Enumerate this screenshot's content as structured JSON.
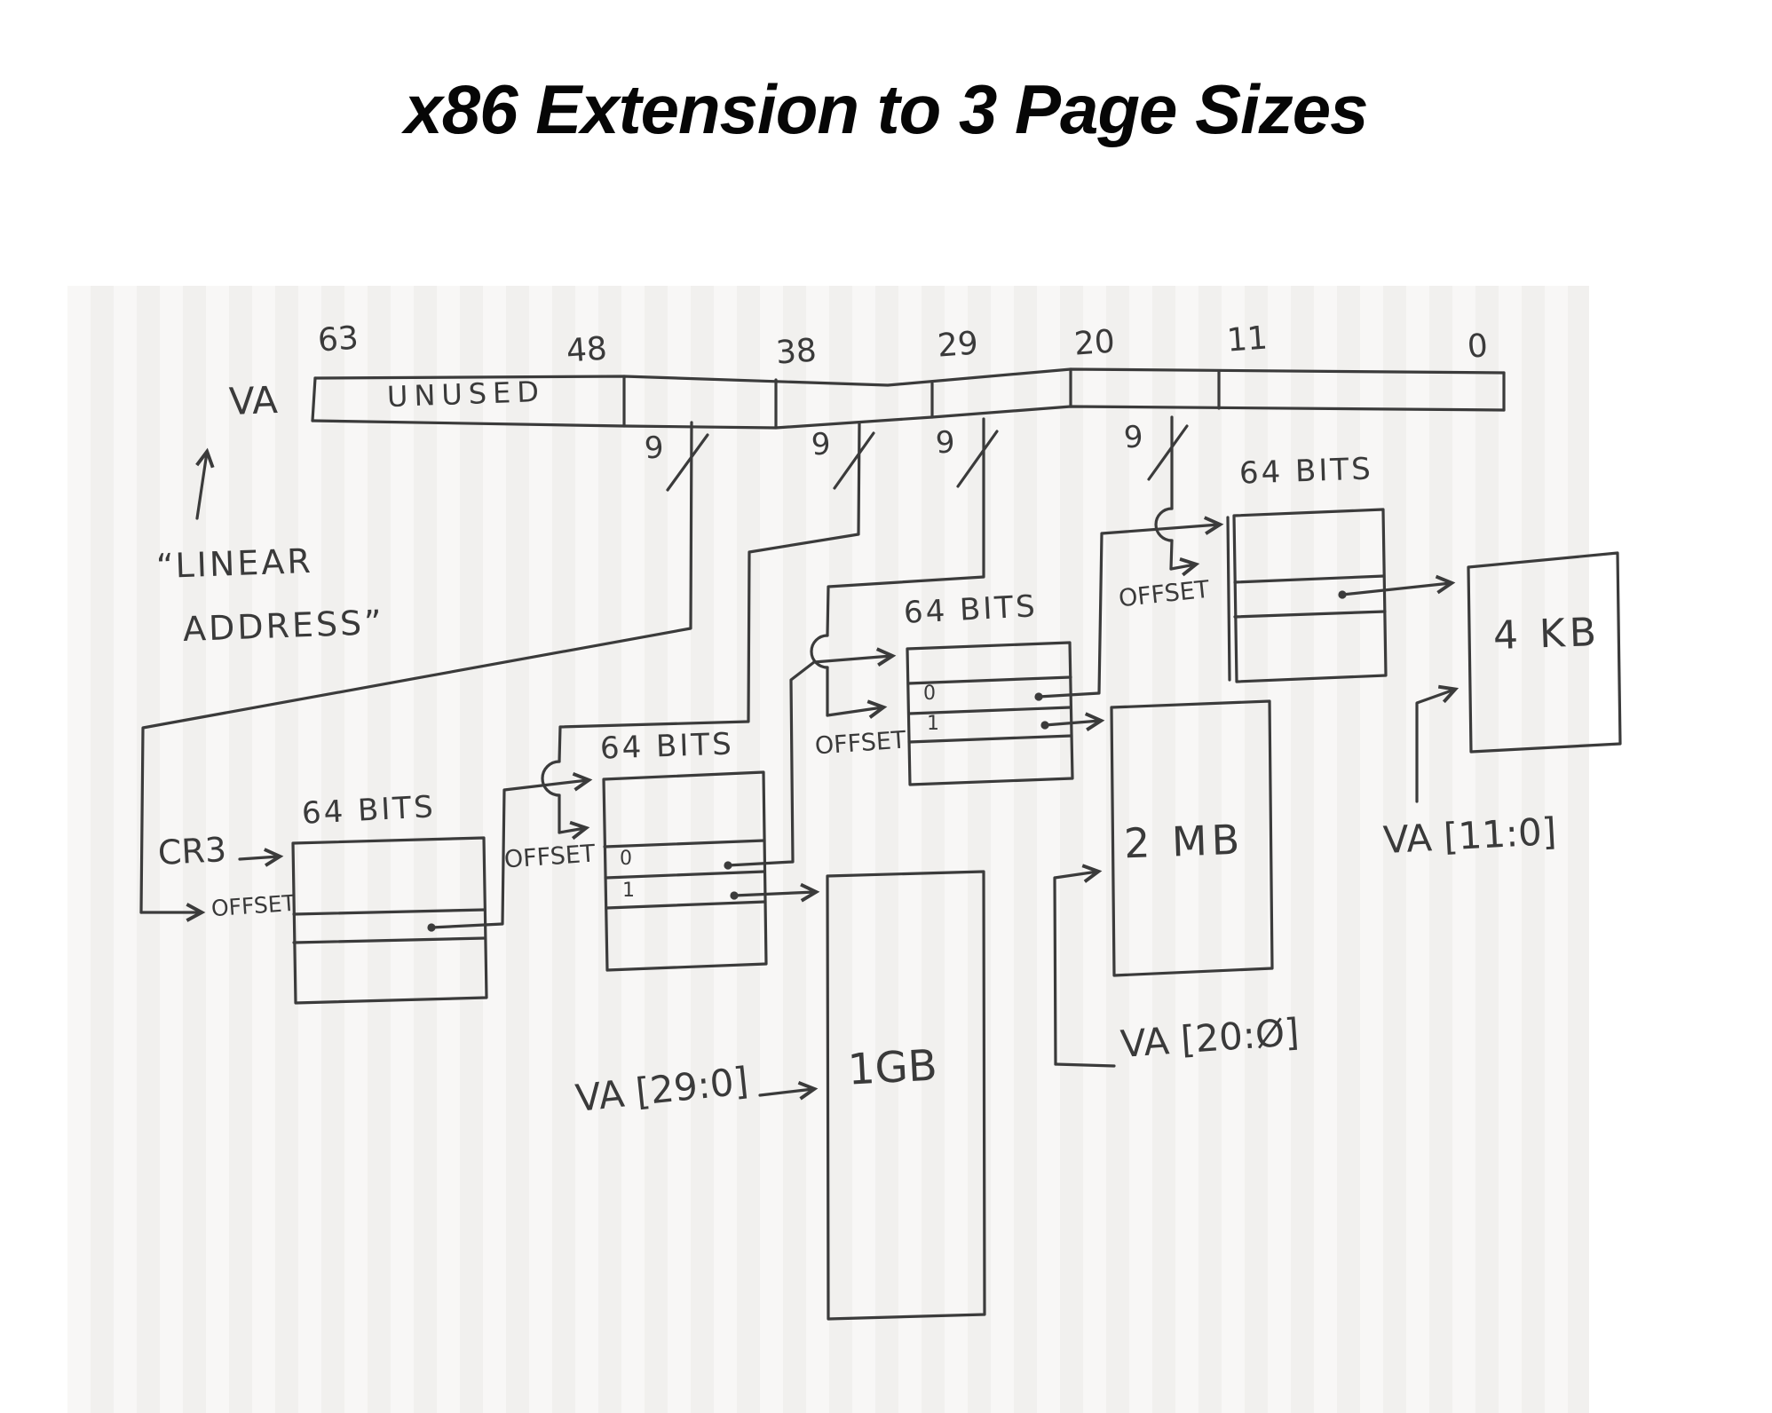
{
  "title": "x86 Extension to 3 Page Sizes",
  "colors": {
    "ink": "#3b3b3b",
    "scan_background": "#f4f3f1"
  },
  "va_bar": {
    "label": "VA",
    "unused": "UNUSED",
    "bits": [
      "63",
      "48",
      "38",
      "29",
      "20",
      "11",
      "0"
    ],
    "width_label": "9"
  },
  "annotations": {
    "linear_line1": "“LINEAR",
    "linear_line2": "ADDRESS”",
    "cr3": "CR3",
    "offset": "OFFSET"
  },
  "tables": {
    "bits_label": "64 BITS",
    "row0": "0",
    "row1": "1"
  },
  "pages": {
    "kb4": "4 KB",
    "mb2": "2 MB",
    "gb1": "1GB"
  },
  "va_slices": {
    "p4k": "VA [11:0]",
    "p2m": "VA [20:Ø]",
    "p1g": "VA [29:0]"
  }
}
